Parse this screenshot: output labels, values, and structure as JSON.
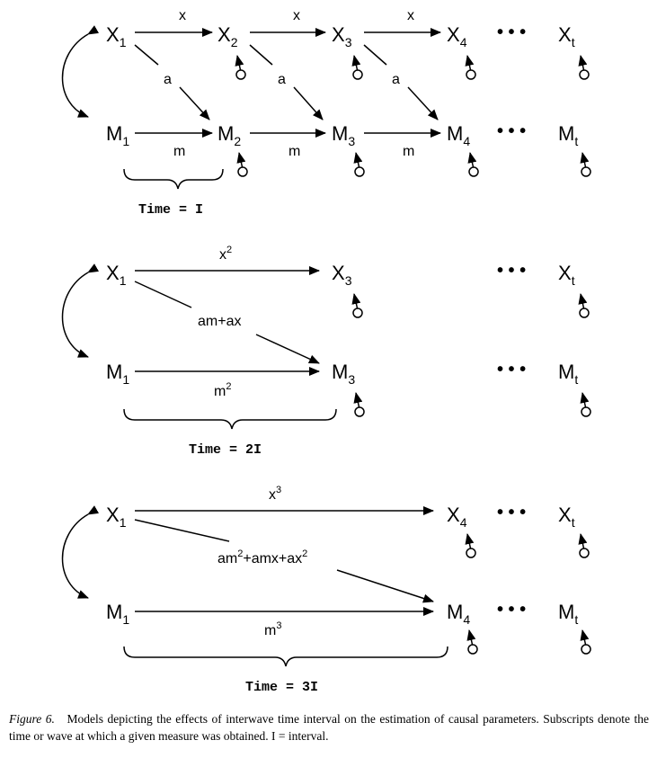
{
  "panels": [
    {
      "time_label": "Time = I",
      "top_row": [
        {
          "var": "X",
          "sub": "1"
        },
        {
          "var": "X",
          "sub": "2"
        },
        {
          "var": "X",
          "sub": "3"
        },
        {
          "var": "X",
          "sub": "4"
        },
        {
          "var": "X",
          "sub": "t"
        }
      ],
      "bottom_row": [
        {
          "var": "M",
          "sub": "1"
        },
        {
          "var": "M",
          "sub": "2"
        },
        {
          "var": "M",
          "sub": "3"
        },
        {
          "var": "M",
          "sub": "4"
        },
        {
          "var": "M",
          "sub": "t"
        }
      ],
      "x_paths": [
        {
          "base": "x",
          "sup": ""
        },
        {
          "base": "x",
          "sup": ""
        },
        {
          "base": "x",
          "sup": ""
        }
      ],
      "m_paths": [
        {
          "base": "m",
          "sup": ""
        },
        {
          "base": "m",
          "sup": ""
        },
        {
          "base": "m",
          "sup": ""
        }
      ],
      "cross_paths": [
        {
          "base": "a"
        },
        {
          "base": "a"
        },
        {
          "base": "a"
        }
      ]
    },
    {
      "time_label": "Time = 2I",
      "top_row": [
        {
          "var": "X",
          "sub": "1"
        },
        {
          "var": "X",
          "sub": "3"
        },
        {
          "var": "X",
          "sub": "t"
        }
      ],
      "bottom_row": [
        {
          "var": "M",
          "sub": "1"
        },
        {
          "var": "M",
          "sub": "3"
        },
        {
          "var": "M",
          "sub": "t"
        }
      ],
      "x_path": {
        "base": "x",
        "sup": "2"
      },
      "m_path": {
        "base": "m",
        "sup": "2"
      },
      "cross_path": {
        "text": "am+ax"
      }
    },
    {
      "time_label": "Time = 3I",
      "top_row": [
        {
          "var": "X",
          "sub": "1"
        },
        {
          "var": "X",
          "sub": "4"
        },
        {
          "var": "X",
          "sub": "t"
        }
      ],
      "bottom_row": [
        {
          "var": "M",
          "sub": "1"
        },
        {
          "var": "M",
          "sub": "4"
        },
        {
          "var": "M",
          "sub": "t"
        }
      ],
      "x_path": {
        "base": "x",
        "sup": "3"
      },
      "m_path": {
        "base": "m",
        "sup": "3"
      },
      "cross_path": {
        "parts": [
          "am",
          "2",
          "+amx+ax",
          "2"
        ]
      }
    }
  ],
  "ellipsis": "• • •",
  "caption": {
    "label": "Figure 6.",
    "text": "Models depicting the effects of interwave time interval on the estimation of causal parameters. Subscripts denote the time or wave at which a given measure was obtained. I = interval."
  }
}
